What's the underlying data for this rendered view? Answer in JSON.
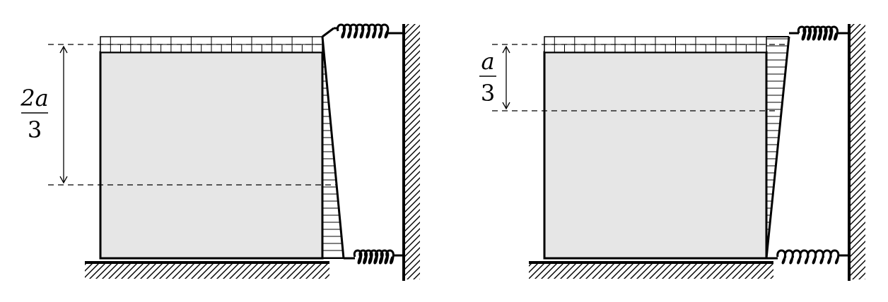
{
  "diagrams": [
    {
      "id": "left",
      "height_label": {
        "numerator": "2a",
        "denominator": "3"
      }
    },
    {
      "id": "right",
      "height_label": {
        "numerator": "a",
        "denominator": "3"
      }
    }
  ],
  "colors": {
    "block_fill": "#e6e6e6",
    "line": "#000000",
    "background": "#ffffff"
  }
}
